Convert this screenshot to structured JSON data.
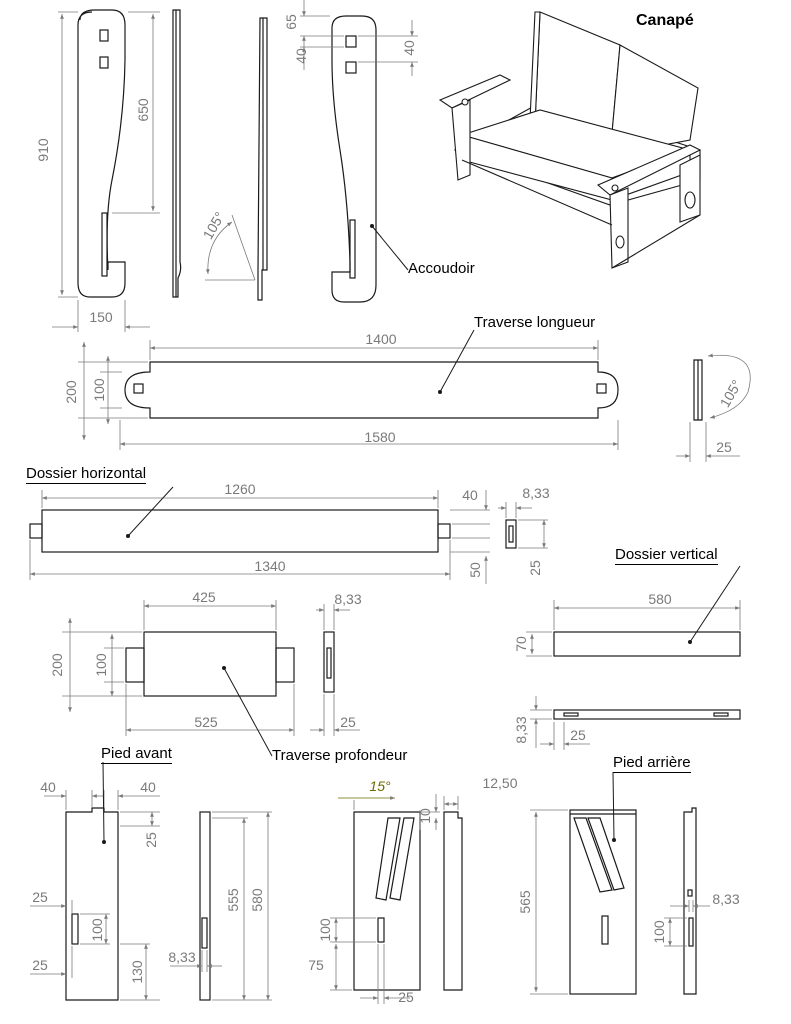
{
  "title": "Canapé",
  "labels": {
    "accoudoir": "Accoudoir",
    "traverse_longueur": "Traverse longueur",
    "dossier_horizontal": "Dossier horizontal",
    "dossier_vertical": "Dossier vertical",
    "traverse_profondeur": "Traverse profondeur",
    "pied_avant": "Pied avant",
    "pied_arriere": "Pied arrière"
  },
  "dims": {
    "accoudoir": {
      "height": "910",
      "inner": "650",
      "width": "150",
      "angle": "105°",
      "top": "65",
      "slot_a": "40",
      "slot_b": "40"
    },
    "traverse_longueur": {
      "inner": "1400",
      "outer": "1580",
      "h_total": "200",
      "h_inner": "100",
      "angle": "105°",
      "thick": "25"
    },
    "dossier_horizontal": {
      "inner": "1260",
      "outer": "1340",
      "tenon": "40",
      "height": "50",
      "slot": "8,33",
      "thick": "25"
    },
    "traverse_profondeur": {
      "inner": "425",
      "outer": "525",
      "h_total": "200",
      "h_inner": "100",
      "slot": "8,33",
      "thick": "25"
    },
    "dossier_vertical": {
      "length": "580",
      "height": "70",
      "slot": "8,33",
      "thick": "25"
    },
    "pied_avant": {
      "notch_l": "40",
      "notch_r": "40",
      "notch_h": "25",
      "slot_x": "25",
      "slot_h": "100",
      "bottom_x": "25",
      "bottom_h": "130",
      "thick": "8,33",
      "inner": "555",
      "height": "580"
    },
    "pied_arriere_side": {
      "angle": "15°",
      "top": "10",
      "thick": "12,50",
      "slot_h": "100",
      "bottom": "75",
      "width": "25"
    },
    "pied_arriere": {
      "height": "565",
      "slot": "8,33",
      "slot_h": "100"
    }
  },
  "colors": {
    "line": "#1a1a1a",
    "dim": "#7a7a7a",
    "angle15": "#6e6a00"
  }
}
